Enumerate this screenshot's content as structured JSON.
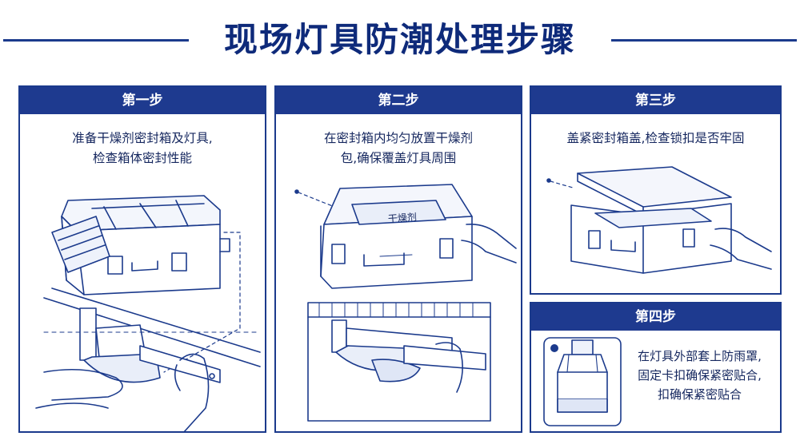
{
  "title": "现场灯具防潮处理步骤",
  "steps": [
    {
      "heading": "第一步",
      "lines": [
        "准备干燥剂密封箱及灯具,",
        "检查箱体密封性能"
      ]
    },
    {
      "heading": "第二步",
      "lines": [
        "在密封箱内均匀放置干燥剂",
        "包,确保覆盖灯具周围"
      ],
      "label": "干燥剂"
    },
    {
      "heading": "第三步",
      "lines": [
        "盖紧密封箱盖,检查锁扣是否牢固"
      ]
    },
    {
      "heading": "第四步",
      "lines": [
        "在灯具外部套上防雨罩,",
        "固定卡扣确保紧密贴合,",
        "扣确保紧密贴合"
      ]
    }
  ],
  "colors": {
    "accent": "#1e3a8f",
    "line": "#1b3a8c",
    "text": "#14265e"
  }
}
